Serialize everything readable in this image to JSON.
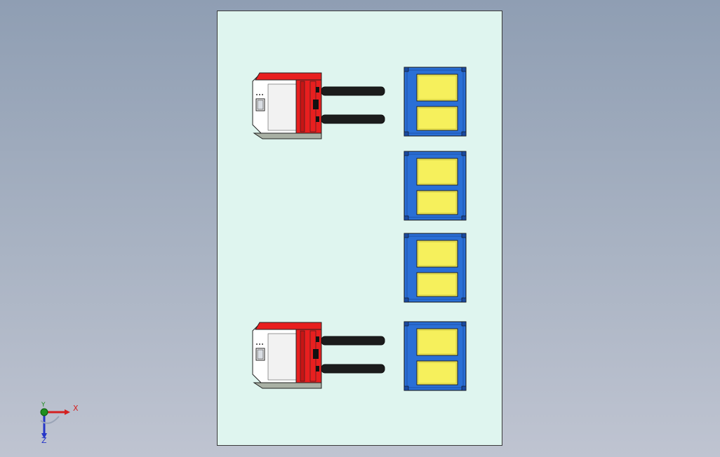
{
  "viewport": {
    "background_top": "#8f9eb3",
    "background_bottom": "#bfc4d1",
    "sheet_color": "#dff5ef"
  },
  "model": {
    "forklift_body_color": "#e81f1f",
    "forklift_cab_color": "#ffffff",
    "forklift_base_color": "#a9b0a4",
    "fork_color": "#1c1c1c",
    "pallet_frame_color": "#2a6fd6",
    "pallet_panel_color": "#f6f05c",
    "forklift_count": 2,
    "pallet_count": 4
  },
  "triad": {
    "x_label": "X",
    "y_label": "Y",
    "z_label": "Z",
    "x_color": "#d42020",
    "y_color": "#1f8f1f",
    "z_color": "#2636c8"
  }
}
